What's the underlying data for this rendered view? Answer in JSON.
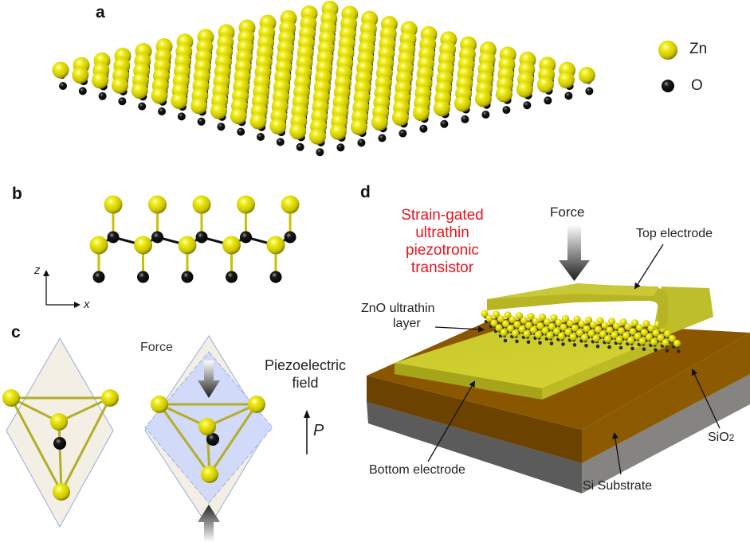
{
  "figure": {
    "panels": {
      "a": {
        "label": "a",
        "title": "ZnO monolayer lattice (perspective)",
        "legend": [
          {
            "symbol": "zn-atom",
            "label": "Zn",
            "color": "#e6e000"
          },
          {
            "symbol": "o-atom",
            "label": "O",
            "color": "#000000"
          }
        ]
      },
      "b": {
        "label": "b",
        "axes": {
          "vertical": "z",
          "horizontal": "x"
        },
        "chain_units": 5
      },
      "c": {
        "label": "c",
        "force_label": "Force",
        "field_label_line1": "Piezoelectric",
        "field_label_line2": "field",
        "polarization_label": "P"
      },
      "d": {
        "label": "d",
        "title_lines": [
          "Strain-gated",
          "ultrathin",
          "piezotronic",
          "transistor"
        ],
        "force_label": "Force",
        "callouts": {
          "top_electrode": "Top electrode",
          "zno_layer_line1": "ZnO ultrathin",
          "zno_layer_line2": "layer",
          "bottom_electrode": "Bottom electrode",
          "sio2_main": "SiO",
          "sio2_sub": "2",
          "si_substrate": "Si Substrate"
        }
      }
    },
    "colors": {
      "zn": "#e6e000",
      "o": "#000000",
      "accent_red": "#e8141e",
      "electrode": "#c8c82a",
      "sio2": "#8a5a00",
      "si": "#707070",
      "plane_beige": "#f3efe4",
      "plane_blue": "#cfd9fb"
    }
  }
}
